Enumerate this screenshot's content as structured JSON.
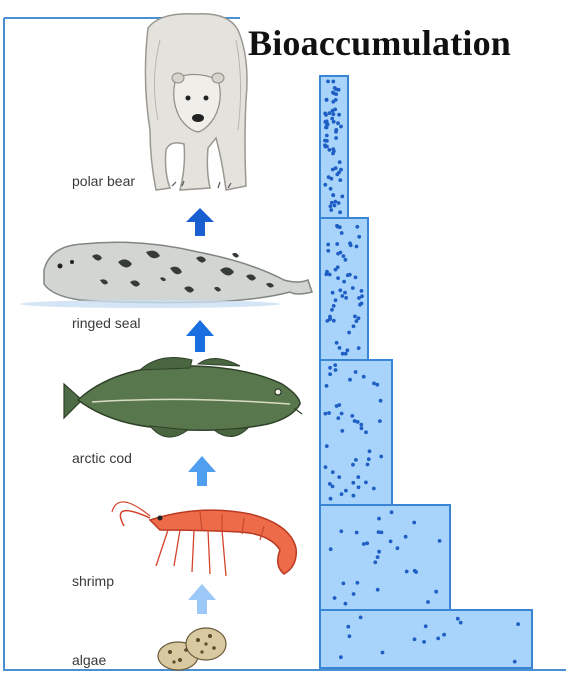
{
  "title": "Bioaccumulation",
  "organisms": [
    {
      "label": "polar bear"
    },
    {
      "label": "ringed seal"
    },
    {
      "label": "arctic cod"
    },
    {
      "label": "shrimp"
    },
    {
      "label": "algae"
    }
  ],
  "colors": {
    "border": "#4a8fd0",
    "block_fill": "#a8d4fb",
    "block_stroke": "#3a86d4",
    "dot": "#1f5fc4",
    "arrow_dark": "#1a5fd0",
    "arrow_light": "#9cc9f7"
  }
}
